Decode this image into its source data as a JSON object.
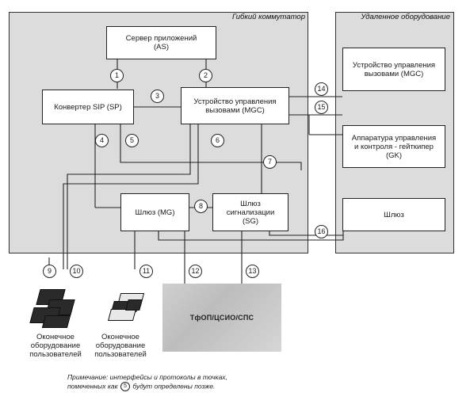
{
  "regions": {
    "softswitch": "Гибкий коммутатор",
    "remote": "Удаленное оборудование"
  },
  "boxes": {
    "as": "Сервер приложений\n(AS)",
    "sp": "Конвертер SIP (SP)",
    "mgc": "Устройство управления\nвызовами (MGC)",
    "mg": "Шлюз (MG)",
    "sg": "Шлюз\nсигнализации\n(SG)",
    "remote_mgc": "Устройство управления\nвызовами (MGC)",
    "gk": "Аппаратура управления\nи контроля - гейткипер\n(GK)",
    "remote_gw": "Шлюз"
  },
  "points": [
    "1",
    "2",
    "3",
    "4",
    "5",
    "6",
    "7",
    "8",
    "9",
    "10",
    "11",
    "12",
    "13",
    "14",
    "15",
    "16"
  ],
  "terminals": {
    "left": "Оконечное\nоборудование\nпользователей",
    "middle": "Оконечное\nоборудование\nпользователей"
  },
  "pstn_label": "ТфОП/ЦСИО/СПС",
  "note": {
    "prefix": "Примечание: интерфейсы и протоколы в точках,",
    "line2_before": "помеченных как",
    "circle": "5",
    "line2_after": "будут определены позже."
  },
  "colors": {
    "region_fill": "#dcdcdc",
    "line": "#222222"
  }
}
